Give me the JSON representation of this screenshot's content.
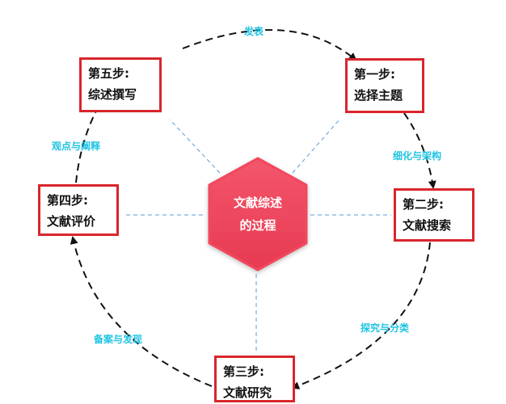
{
  "center": {
    "line1": "文献综述",
    "line2": "的过程"
  },
  "steps": [
    {
      "id": "step1",
      "line1": "第一步:",
      "line2": "选择主题"
    },
    {
      "id": "step2",
      "line1": "第二步:",
      "line2": "文献搜索"
    },
    {
      "id": "step3",
      "line1": "第三步:",
      "line2": "文献研究"
    },
    {
      "id": "step4",
      "line1": "第四步:",
      "line2": "文献评价"
    },
    {
      "id": "step5",
      "line1": "第五步:",
      "line2": "综述撰写"
    }
  ],
  "transitions": {
    "publish": "发表",
    "refine": "细化与架构",
    "explore": "探究与分类",
    "record": "备案与发现",
    "viewpoint": "观点与阐释"
  },
  "colors": {
    "box_border": "#d9262c",
    "hex_fill": "#f0485f",
    "edge_label": "#1fc3e3",
    "spoke": "#5b9bd5",
    "cycle_line": "#111111"
  }
}
